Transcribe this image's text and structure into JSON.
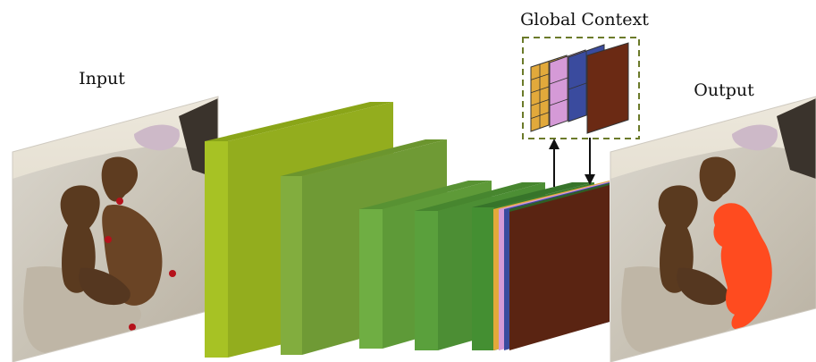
{
  "labels": {
    "input": "Input",
    "output": "Output",
    "global_context": "Global Context"
  },
  "colors": {
    "block_1": "#93ad1e",
    "block_2": "#6f9a35",
    "block_3": "#5e9a38",
    "block_4": "#4c8e34",
    "block_5": "#3c7c2e",
    "context_yellow": "#e2a93b",
    "context_pink": "#d59ad7",
    "context_blue": "#3a4b9e",
    "context_brown": "#6b2a14",
    "segmentation": "#ff4b1f",
    "dashed_box": "#6b7a2a"
  }
}
